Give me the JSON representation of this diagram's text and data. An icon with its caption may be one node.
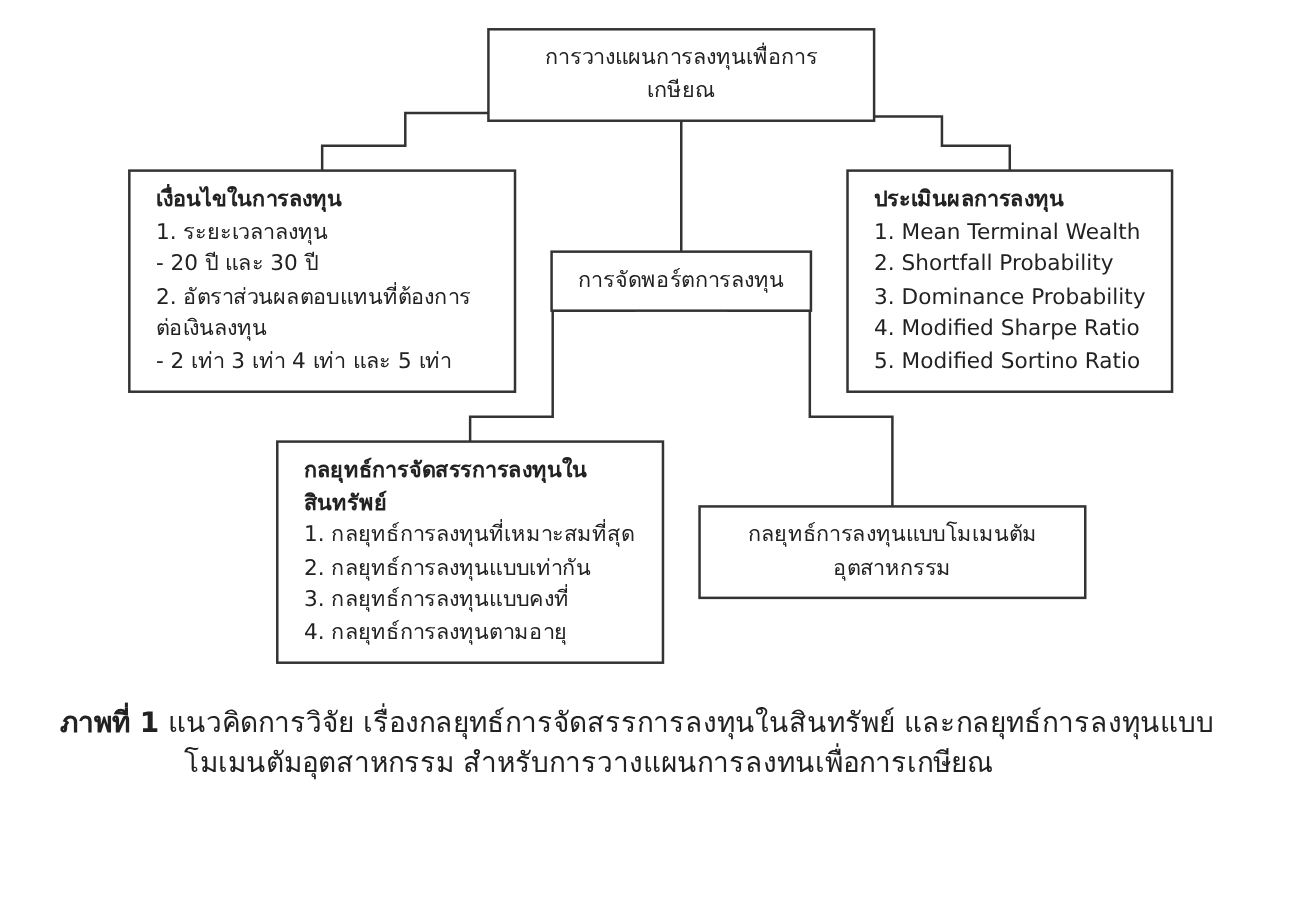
{
  "diagram": {
    "nodes": [
      {
        "text": [
          "การวางแผนการลงทุนเพื่อการเกษียณ"
        ]
      },
      {
        "text": [
          "เงื่อนไขในการลงทุน",
          "1. ระยะเวลาลงทุน",
          "- 20 ปี และ 30 ปี",
          "2. อัตราส่วนผลตอบแทนที่ต้องการต่อเงินลงทุน",
          "- 2 เท่า 3 เท่า 4 เท่า และ 5 เท่า"
        ]
      },
      {
        "text": [
          "การจัดพอร์ตการลงทุน"
        ]
      },
      {
        "text": [
          "ประเมินผลการลงทุน",
          "1. Mean Terminal Wealth",
          "2. Shortfall Probability",
          "3. Dominance Probability",
          "4. Modified Sharpe Ratio",
          "5. Modified Sortino Ratio"
        ]
      },
      {
        "text": [
          "กลยุทธ์การจัดสรรการลงทุนในสินทรัพย์",
          "1. กลยุทธ์การลงทุนที่เหมาะสมที่สุด",
          "2. กลยุทธ์การลงทุนแบบเท่ากัน",
          "3. กลยุทธ์การลงทุนแบบคงที่",
          "4. กลยุทธ์การลงทุนตามอายุ"
        ]
      },
      {
        "text": [
          "กลยุทธ์การลงทุนแบบโมเมนตัมอุตสาหกรรม"
        ]
      }
    ],
    "edges": [
      {
        "from": 0,
        "to": 1,
        "arrow": "none"
      },
      {
        "from": 0,
        "to": 2,
        "arrow": "none"
      },
      {
        "from": 0,
        "to": 3,
        "arrow": "none"
      },
      {
        "from": 2,
        "to": 4,
        "arrow": "none"
      },
      {
        "from": 2,
        "to": 5,
        "arrow": "none"
      }
    ],
    "caption": "**ภาพที่ 1** แนวคิดการวิจัย เรื่องกลยุทธ์การจัดสรรการลงทุนในสินทรัพย์ และกลยุทธ์การลงทุนแบบโมเมนตัมอุตสาหกรรม สำหรับการวางแผนการลงทนเพื่อการเกษียณ"
  }
}
